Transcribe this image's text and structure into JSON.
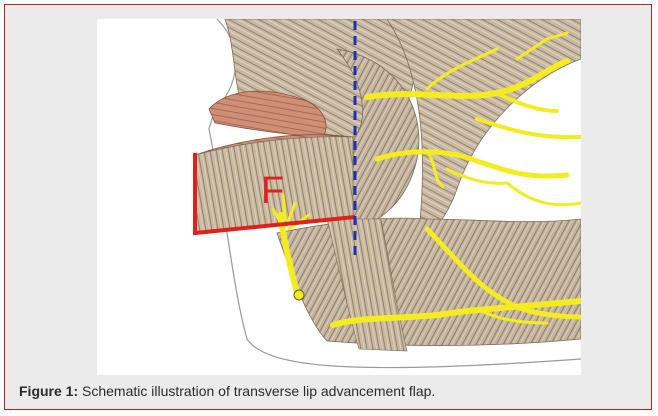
{
  "figure": {
    "flap_label": "F",
    "caption_label": "Figure 1:",
    "caption_text": " Schematic illustration of transverse lip advancement flap.",
    "colors": {
      "frame_border": "#b5202e",
      "frame_background": "#ecebec",
      "muscle": "#c7b69f",
      "lip": "#c98a70",
      "nerve": "#f4ec1e",
      "flap_outline": "#e0201c",
      "midline": "#1d2fb8"
    }
  }
}
